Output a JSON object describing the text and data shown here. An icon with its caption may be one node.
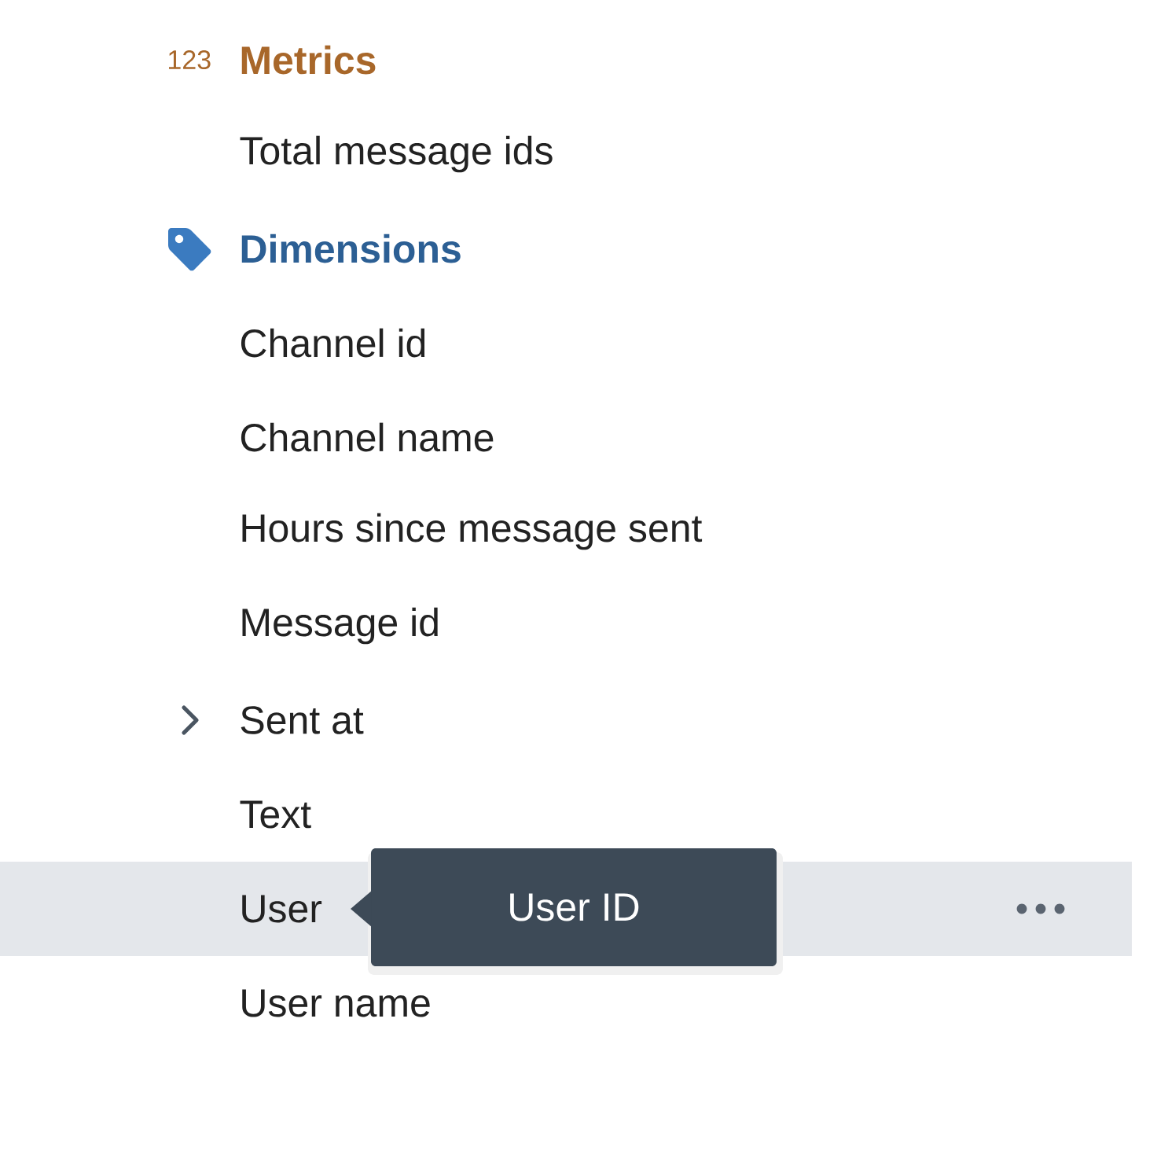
{
  "diagram": {
    "nodes": [
      {
        "text": [
          "User"
        ]
      },
      {
        "text": [
          "User ID"
        ]
      }
    ],
    "labels": [
      "123",
      "Metrics",
      "Total message ids",
      "Dimensions",
      "Channel id",
      "Channel name",
      "Hours since message sent",
      "Message id",
      "Sent at",
      "Text",
      "User name"
    ]
  }
}
